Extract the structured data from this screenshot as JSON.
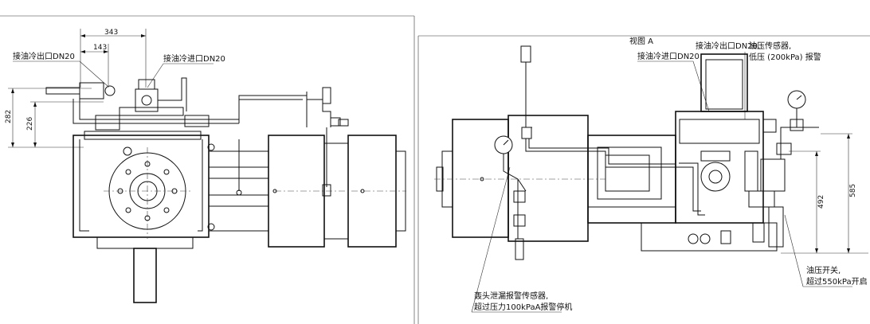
{
  "left_view": {
    "dims": {
      "d343": "343",
      "d143": "143",
      "d282": "282",
      "d226": "226"
    },
    "labels": {
      "oil_cool_out": "接油冷出口DN20",
      "oil_cool_in": "接油冷进口DN20"
    }
  },
  "right_view": {
    "view_title": "视图 A",
    "dims": {
      "d492": "492",
      "d585": "585"
    },
    "labels": {
      "oil_cool_in": "接油冷进口DN20",
      "oil_cool_out": "接油冷出口DN20,",
      "pressure_sensor_1": "油压传感器,",
      "pressure_sensor_2": "低压 (200kPa) 报警",
      "oil_switch_1": "油压开关,",
      "oil_switch_2": "超过550kPa开启",
      "leak_sensor_1": "轰头泄漏报警传感器,",
      "leak_sensor_2": "超过压力100kPaA报警停机"
    }
  }
}
